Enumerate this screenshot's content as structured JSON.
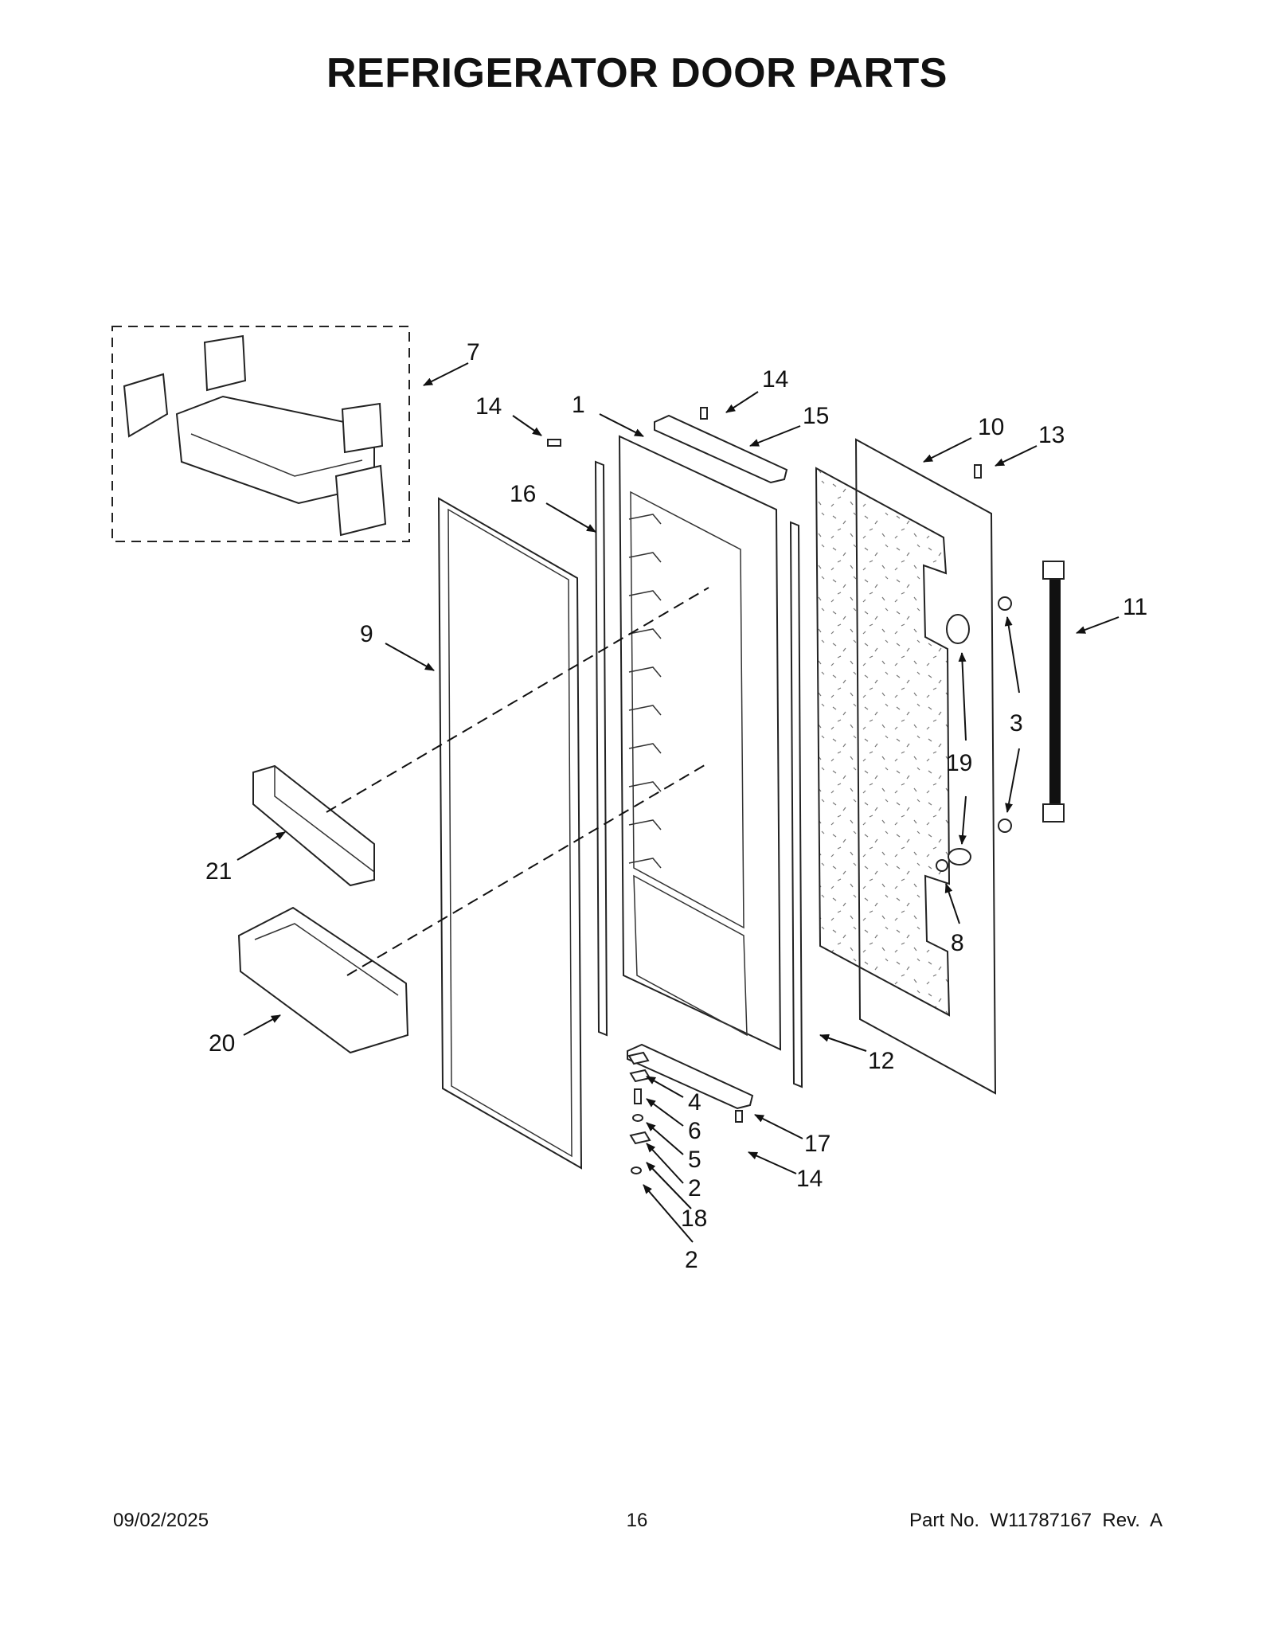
{
  "title": "REFRIGERATOR DOOR PARTS",
  "footer": {
    "date": "09/02/2025",
    "page": "16",
    "part_no": "Part No.  W11787167  Rev.  A"
  },
  "callouts": {
    "c1": "1",
    "c2a": "2",
    "c2b": "2",
    "c3": "3",
    "c4": "4",
    "c5": "5",
    "c6": "6",
    "c7": "7",
    "c8": "8",
    "c9": "9",
    "c10": "10",
    "c11": "11",
    "c12": "12",
    "c13": "13",
    "c14a": "14",
    "c14b": "14",
    "c14c": "14",
    "c15": "15",
    "c16": "16",
    "c17": "17",
    "c18": "18",
    "c19": "19",
    "c20": "20",
    "c21": "21"
  }
}
